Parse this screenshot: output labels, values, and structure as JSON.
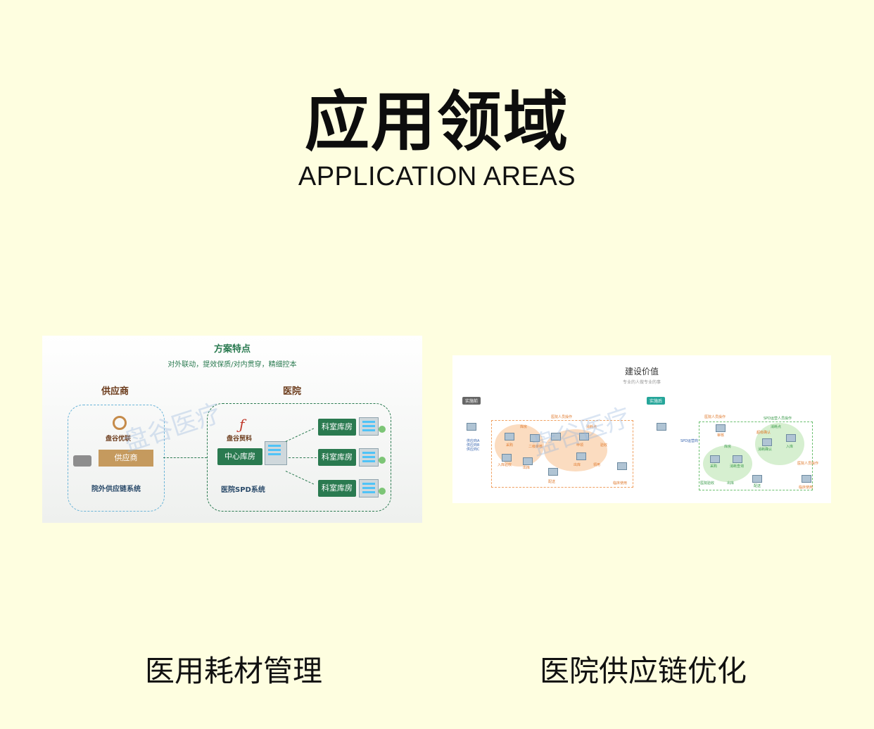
{
  "header": {
    "title": "应用领域",
    "subtitle": "APPLICATION AREAS"
  },
  "cards": [
    {
      "caption": "医用耗材管理",
      "diagram": {
        "title": "方案特点",
        "subtitle": "对外联动，提效保质/对内贯穿，精细控本",
        "left_heading": "供应商",
        "right_heading": "医院",
        "supplier_logo": "盘谷优联",
        "supplier_box": "供应商",
        "left_system": "院外供应链系统",
        "hospital_logo": "盘谷贸科",
        "center_box": "中心库房",
        "dept_boxes": [
          "科室库房",
          "科室库房",
          "科室库房"
        ],
        "right_system": "医院SPD系统",
        "watermark": "盘谷医疗"
      }
    },
    {
      "caption": "医院供应链优化",
      "diagram": {
        "title": "建设价值",
        "subtitle": "专业的人做专业的事",
        "tag_before": "实施前",
        "tag_after": "实施后",
        "labels": [
          "医院人员操作",
          "库房",
          "消耗点",
          "供应商A",
          "供应商B",
          "供应商C",
          "采购",
          "二级审核",
          "申领",
          "验收",
          "入库验收",
          "出库",
          "出库",
          "配送",
          "领用",
          "临床使用",
          "医院人员操作",
          "SPD运营人员操作",
          "库房",
          "消耗点",
          "SPD运营商",
          "审核",
          "消耗确认",
          "超级确认",
          "采购",
          "消耗查询",
          "入库",
          "医院验收",
          "出库",
          "配送",
          "医院人员操作",
          "临床使用"
        ],
        "watermark": "盘谷医疗"
      }
    }
  ],
  "colors": {
    "background": "#fefee0",
    "green": "#2a7a50",
    "orange": "#e07b2f"
  }
}
